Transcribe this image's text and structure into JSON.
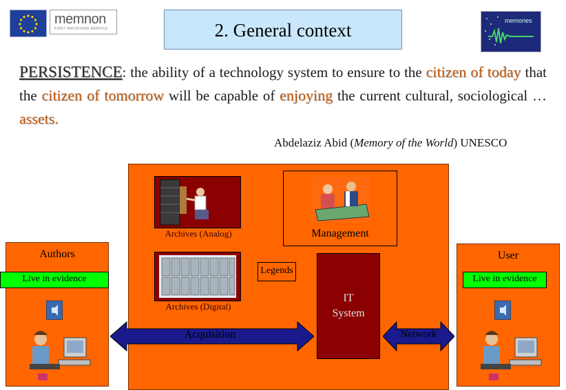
{
  "header": {
    "title": "2.  General context",
    "memnon_logo": "memnon",
    "memnon_tagline": "FIRST ARCHIVING SERVICE",
    "memories_logo": "memories"
  },
  "quote": {
    "w1": "PERSISTENCE",
    "t1": ": the ability of a technology system to ensure  to the",
    "w2": "citizen of today",
    "t2": " that the ",
    "w3": "citizen of tomorrow",
    "t3": " will be capable of",
    "w4": "enjoying",
    "t4": " the current cultural, sociological … ",
    "w5": "assets."
  },
  "attribution": {
    "prefix": "Abdelaziz Abid (",
    "italic": "Memory of the World",
    "suffix": ") UNESCO"
  },
  "diagram": {
    "archives_analog": "Archives (Analog)",
    "archives_digital": "Archives (Digital)",
    "management": "Management",
    "authors": "Authors",
    "user": "User",
    "live_left": "Live in evidence",
    "live_right": "Live in evidence",
    "legends": "Legends",
    "it_line1": "IT",
    "it_line2": "System",
    "acquisition": "Acquisition",
    "network": "Network"
  },
  "colors": {
    "panel_orange": "#ff6600",
    "frame_red": "#8b0000",
    "badge_green": "#00ff00",
    "arrow_blue": "#1a1a8c",
    "title_bg": "#c9e7fb"
  }
}
